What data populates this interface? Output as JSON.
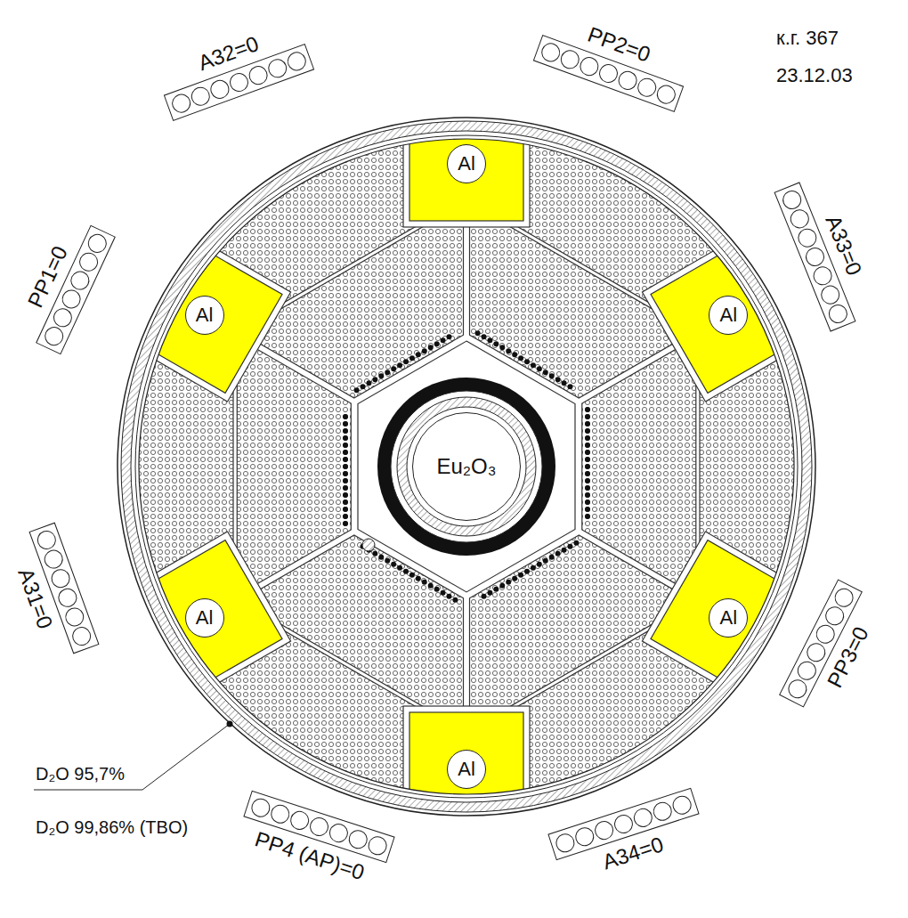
{
  "diagram": {
    "nodes": [
      {
        "text": [
          "A32=0"
        ]
      },
      {
        "text": [
          "PP2=0"
        ]
      },
      {
        "text": [
          "A33=0"
        ]
      },
      {
        "text": [
          "PP1=0"
        ]
      },
      {
        "text": [
          "Al"
        ]
      },
      {
        "text": [
          "Al"
        ]
      },
      {
        "text": [
          "Al"
        ]
      },
      {
        "text": [
          "Eu₂O₃"
        ]
      },
      {
        "text": [
          "Al"
        ]
      },
      {
        "text": [
          "Al"
        ]
      },
      {
        "text": [
          "A31=0"
        ]
      },
      {
        "text": [
          "PP3=0"
        ]
      },
      {
        "text": [
          "Al"
        ]
      },
      {
        "text": [
          "PP4 (AP)=0"
        ]
      },
      {
        "text": [
          "A34=0"
        ]
      }
    ],
    "labels": [
      "к.г. 367",
      "23.12.03",
      "D₂O 95,7%",
      "D₂O 99,86% (TBO)"
    ]
  }
}
